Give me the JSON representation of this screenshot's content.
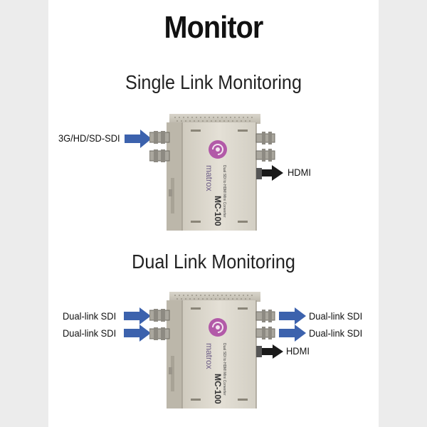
{
  "page": {
    "title": "Monitor"
  },
  "single_link": {
    "heading": "Single Link Monitoring",
    "input_label": "3G/HD/SD-SDI",
    "output_label": "HDMI"
  },
  "dual_link": {
    "heading": "Dual Link Monitoring",
    "input_labels": [
      "Dual-link SDI",
      "Dual-link SDI"
    ],
    "output_labels": [
      "Dual-link SDI",
      "Dual-link SDI"
    ],
    "hdmi_label": "HDMI"
  },
  "device": {
    "brand": "matrox",
    "model": "MC-100",
    "subtitle": "Dual SDI to HDMI Mini Converter",
    "logo_color": "#b25aa8"
  },
  "colors": {
    "input_arrow": "#3c62ad",
    "output_arrow_single": "#1a1a1a",
    "output_arrow_dual": "#3c62ad",
    "hdmi_arrow_dual": "#1a1a1a"
  }
}
